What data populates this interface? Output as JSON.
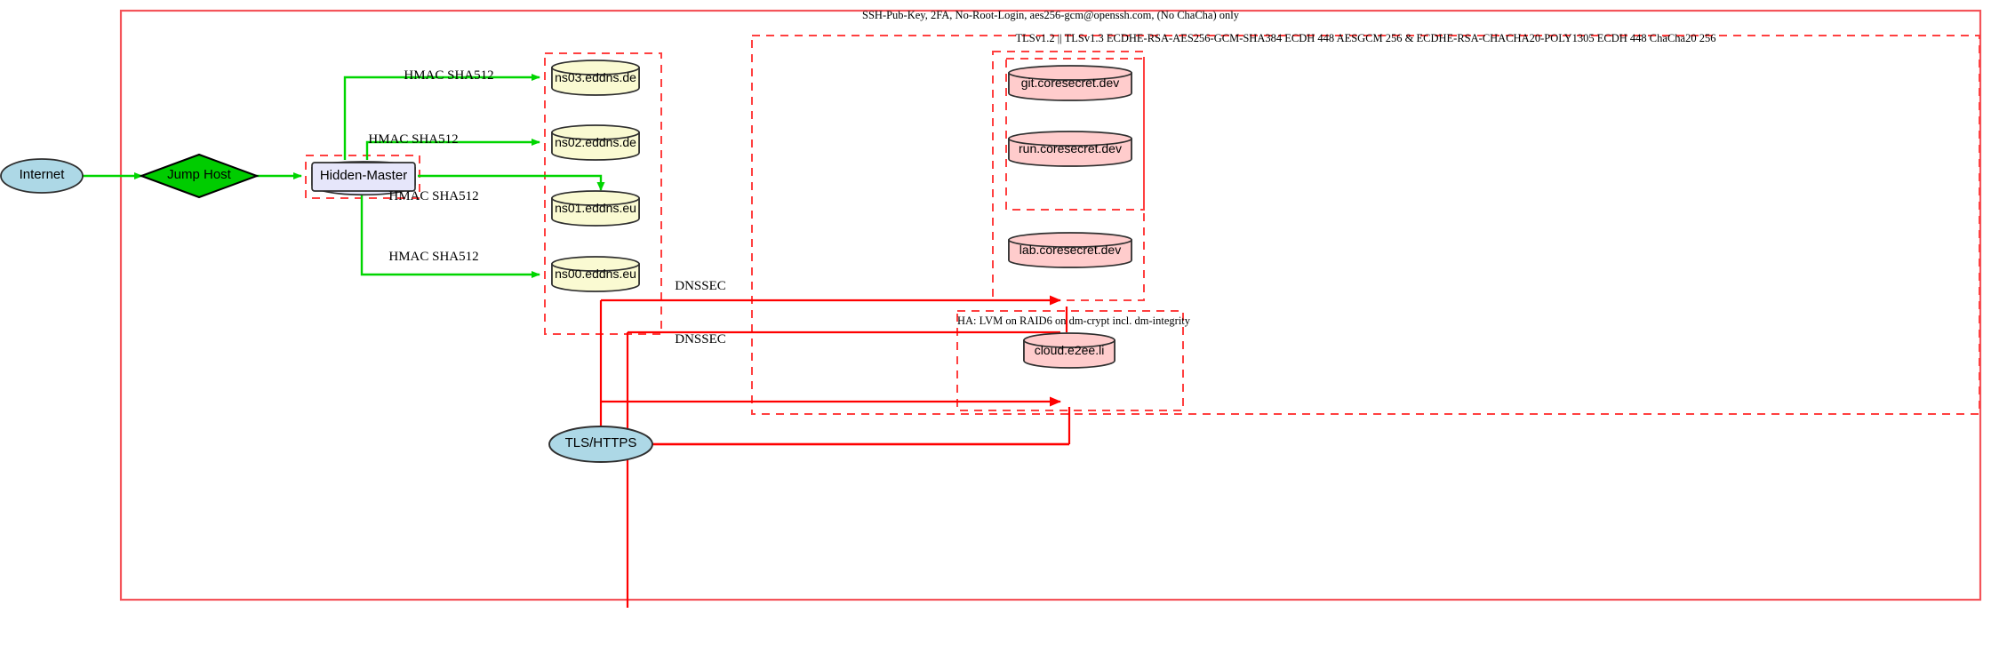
{
  "diagram": {
    "title_label": "SSH-Pub-Key, 2FA, No-Root-Login, aes256-gcm@openssh.com, (No ChaCha) only",
    "tls_label": "TLSv1.2 || TLSv1.3 ECDHE-RSA-AES256-GCM-SHA384 ECDH 448 AESGCM 256 & ECDHE-RSA-CHACHA20-POLY1305 ECDH 448 ChaCha20 256",
    "ha_label": "HA: LVM on RAID6 on dm-crypt incl. dm-integrity"
  },
  "nodes": {
    "internet": "Internet",
    "jump_host": "Jump Host",
    "hidden_master": "Hidden-Master",
    "ns03": "ns03.eddns.de",
    "ns02": "ns02.eddns.de",
    "ns01": "ns01.eddns.eu",
    "ns00": "ns00.eddns.eu",
    "git": "git.coresecret.dev",
    "run": "run.coresecret.dev",
    "lab": "lab.coresecret.dev",
    "cloud": "cloud.e2ee.li",
    "tls_https": "TLS/HTTPS"
  },
  "edges": {
    "hmac_ns03": "HMAC SHA512",
    "hmac_ns02": "HMAC SHA512",
    "hmac_ns01": "HMAC SHA512",
    "hmac_ns00": "HMAC SHA512",
    "dnssec_1": "DNSSEC",
    "dnssec_2": "DNSSEC"
  },
  "colors": {
    "edge_green": "#00d500",
    "edge_red": "#ff0000",
    "cluster_dashed": "#ff4040",
    "ellipse_fill": "#add8e6",
    "diamond_fill": "#00cc00",
    "master_fill": "#e6e6fa",
    "dns_fill": "#fafad2",
    "service_fill": "#ffcccc",
    "stroke_dark": "#2f2f2f"
  }
}
